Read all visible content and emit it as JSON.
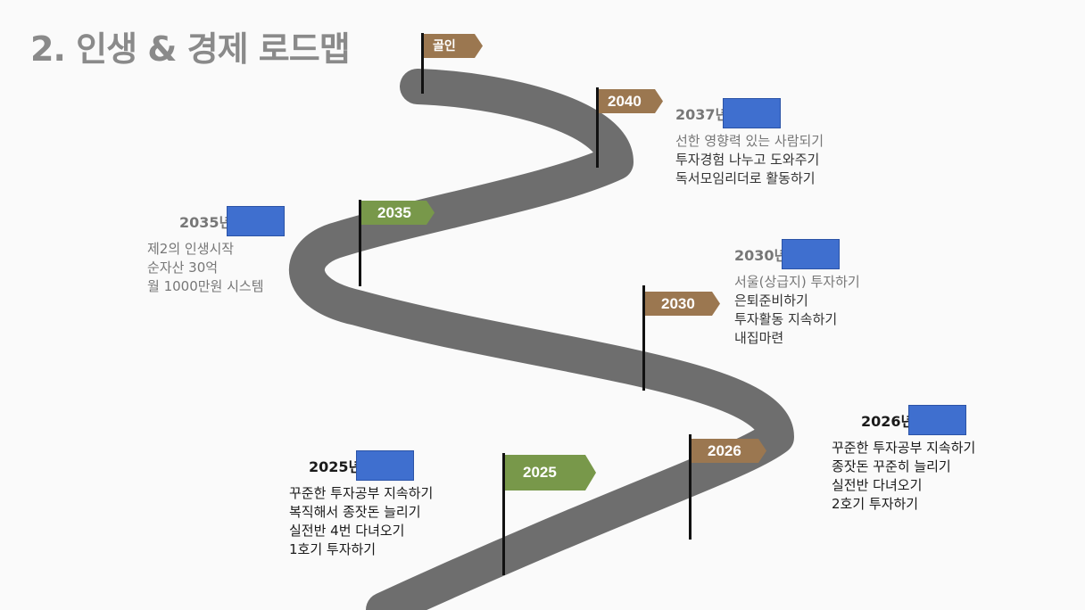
{
  "title": "2. 인생 & 경제 로드맵",
  "colors": {
    "road": "#6e6e6e",
    "flag_brown": "#9b7750",
    "flag_green": "#78984a",
    "name_box": "#3f6fcf"
  },
  "flags": {
    "goal": "골인",
    "y2040": "2040",
    "y2035": "2035",
    "y2030": "2030",
    "y2026": "2026",
    "y2025": "2025"
  },
  "milestones": {
    "m2037": {
      "year": "2037년",
      "lines": [
        "선한 영향력 있는 사람되기",
        "투자경험 나누고 도와주기",
        "독서모임리더로 활동하기"
      ]
    },
    "m2035": {
      "year": "2035년",
      "lines": [
        "제2의 인생시작",
        "순자산 30억",
        "월 1000만원 시스템"
      ]
    },
    "m2030": {
      "year": "2030년",
      "lines": [
        "서울(상급지) 투자하기",
        "은퇴준비하기",
        "투자활동 지속하기",
        "내집마련"
      ]
    },
    "m2026": {
      "year": "2026년",
      "lines": [
        "꾸준한 투자공부 지속하기",
        "종잣돈 꾸준히 늘리기",
        "실전반 다녀오기",
        "2호기 투자하기"
      ]
    },
    "m2025": {
      "year": "2025년",
      "lines": [
        "꾸준한 투자공부 지속하기",
        "복직해서 종잣돈 늘리기",
        "실전반 4번 다녀오기",
        "1호기 투자하기"
      ]
    }
  }
}
